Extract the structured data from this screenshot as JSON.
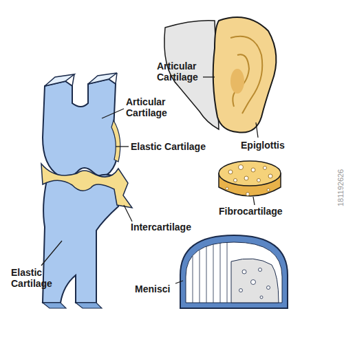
{
  "diagram": {
    "labels": [
      "Articular Cartilage",
      "Articular Cartilage",
      "Elastic Cartilage",
      "Epiglottis",
      "Fibrocartilage",
      "Intercartilage",
      "Elastic Cartilage",
      "Menisci",
      "181192626"
    ]
  }
}
